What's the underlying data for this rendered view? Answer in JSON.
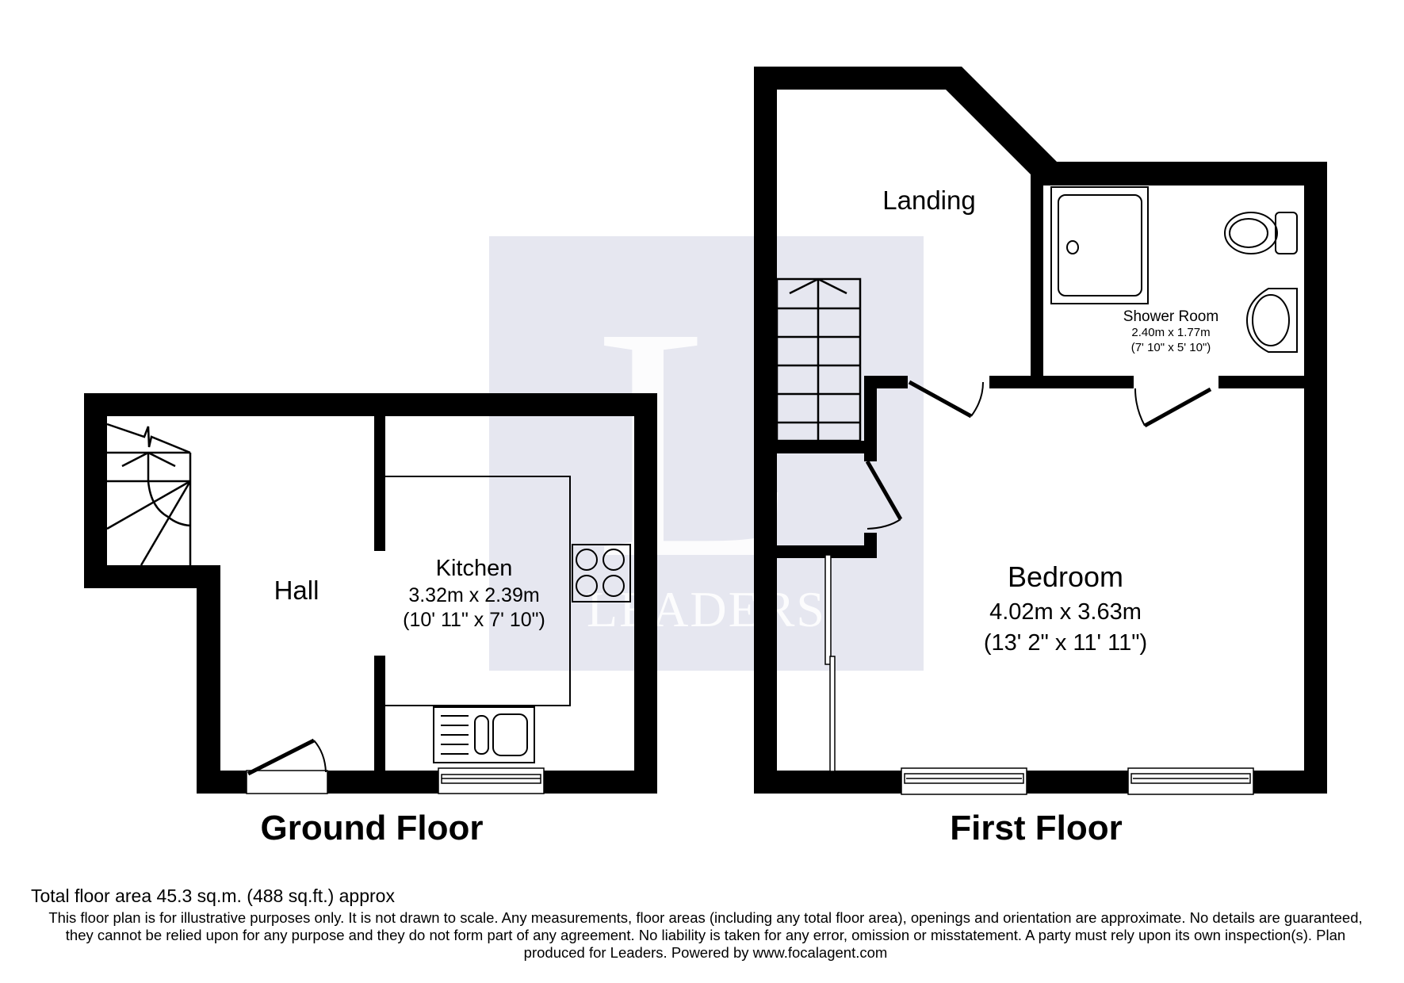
{
  "watermark": {
    "text": "LEADERS",
    "letter": "L",
    "bg_color": "#e6e7f0"
  },
  "colors": {
    "wall": "#000000",
    "background": "#ffffff"
  },
  "ground_floor": {
    "title": "Ground Floor",
    "rooms": [
      {
        "name": "Hall"
      },
      {
        "name": "Kitchen",
        "metric": "3.32m x 2.39m",
        "imperial": "(10' 11\" x 7' 10\")"
      }
    ],
    "fixtures": [
      "stairs",
      "front-door",
      "hob",
      "sink-drainer",
      "window"
    ]
  },
  "first_floor": {
    "title": "First Floor",
    "rooms": [
      {
        "name": "Landing"
      },
      {
        "name": "Shower Room",
        "metric": "2.40m x 1.77m",
        "imperial": "(7' 10\" x 5' 10\")"
      },
      {
        "name": "Bedroom",
        "metric": "4.02m x 3.63m",
        "imperial": "(13' 2\" x 11' 11\")"
      }
    ],
    "fixtures": [
      "stairs",
      "shower-tray",
      "toilet",
      "wash-basin",
      "cupboard-door",
      "sliding-wardrobe",
      "window",
      "window"
    ]
  },
  "footer": {
    "total_area": "Total floor area 45.3 sq.m. (488 sq.ft.) approx",
    "disclaimer": "This floor plan is for illustrative purposes only. It is not drawn to scale. Any measurements, floor areas (including any total floor area), openings and orientation are approximate. No details are guaranteed, they cannot be relied upon for any purpose and they do not form part of any agreement. No liability is taken for any error, omission or misstatement. A party must rely upon its own inspection(s). Plan produced for Leaders. Powered by www.focalagent.com"
  }
}
